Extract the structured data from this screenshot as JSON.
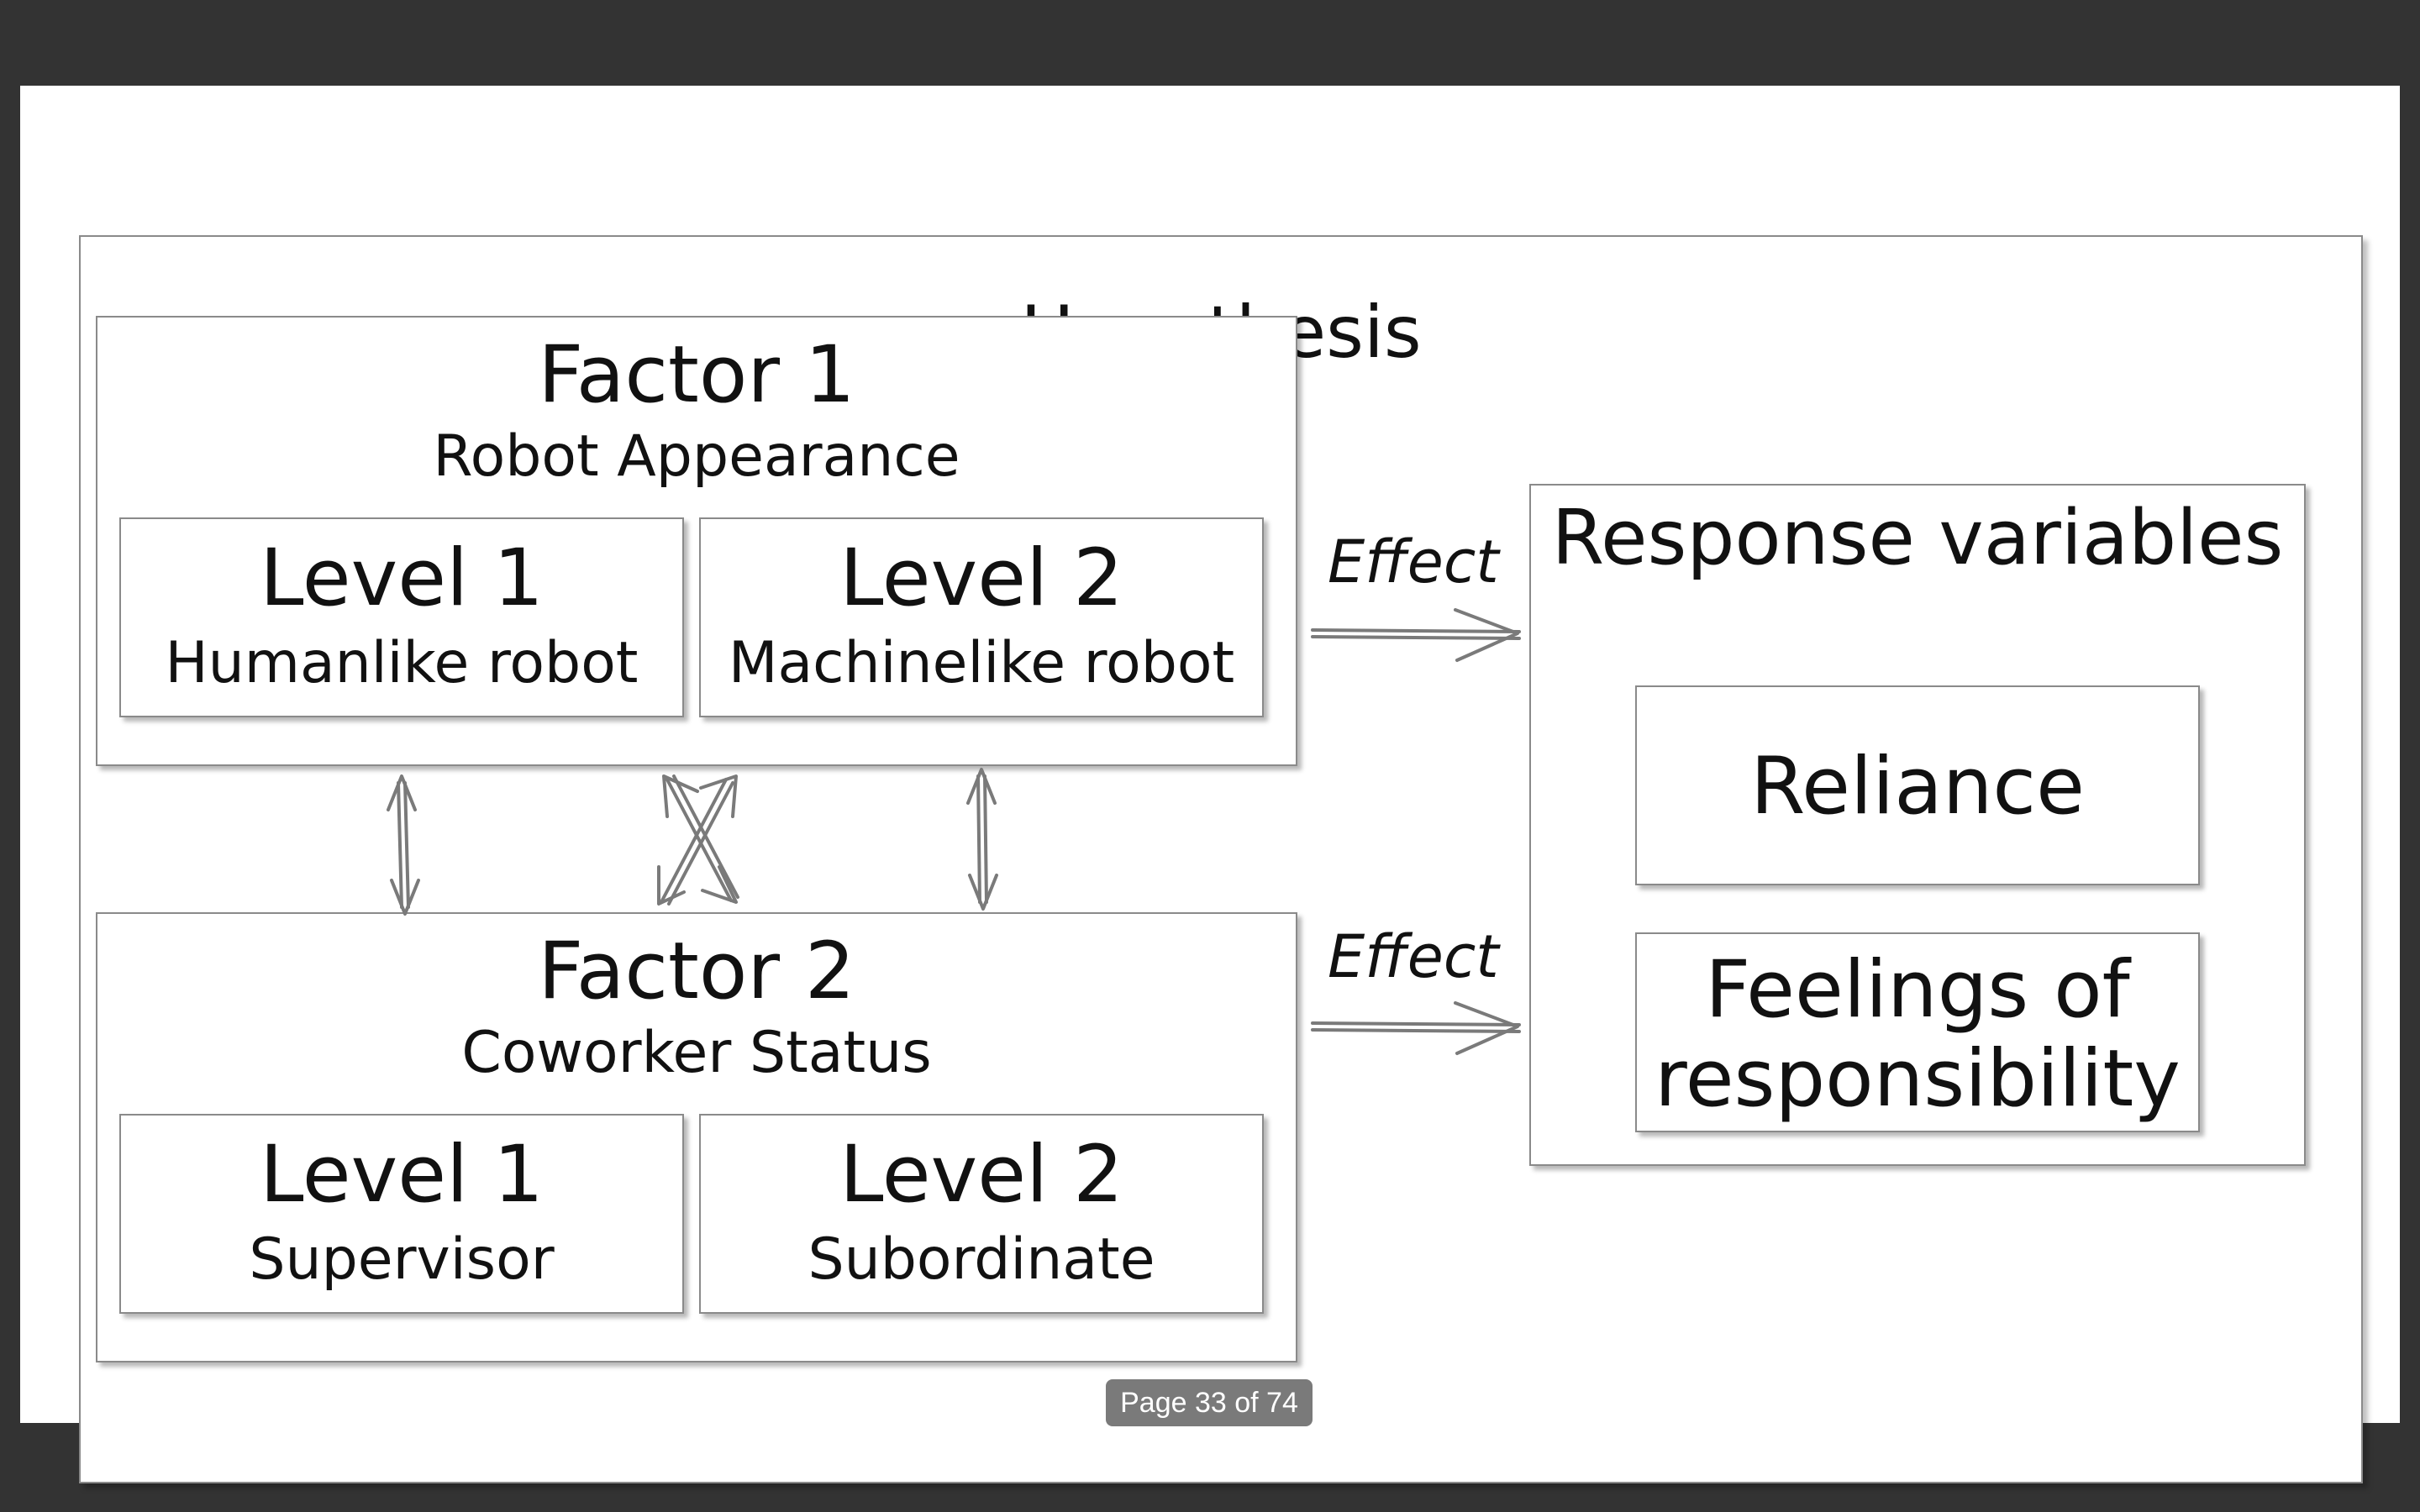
{
  "slide": {
    "title": "Hypothesis",
    "factor1": {
      "title": "Factor 1",
      "subtitle": "Robot Appearance",
      "level1": {
        "label": "Level 1",
        "desc": "Humanlike robot"
      },
      "level2": {
        "label": "Level 2",
        "desc": "Machinelike robot"
      }
    },
    "factor2": {
      "title": "Factor 2",
      "subtitle": "Coworker Status",
      "level1": {
        "label": "Level 1",
        "desc": "Supervisor"
      },
      "level2": {
        "label": "Level 2",
        "desc": "Subordinate"
      }
    },
    "effect_label": "Effect",
    "response": {
      "title": "Response variables",
      "items": [
        "Reliance",
        "Feelings of",
        "responsibility"
      ]
    }
  },
  "viewer": {
    "page_indicator": "Page 33 of 74"
  },
  "colors": {
    "background": "#333333",
    "slide": "#ffffff",
    "border": "#8a8a8a",
    "arrow": "#7a7a7a"
  }
}
